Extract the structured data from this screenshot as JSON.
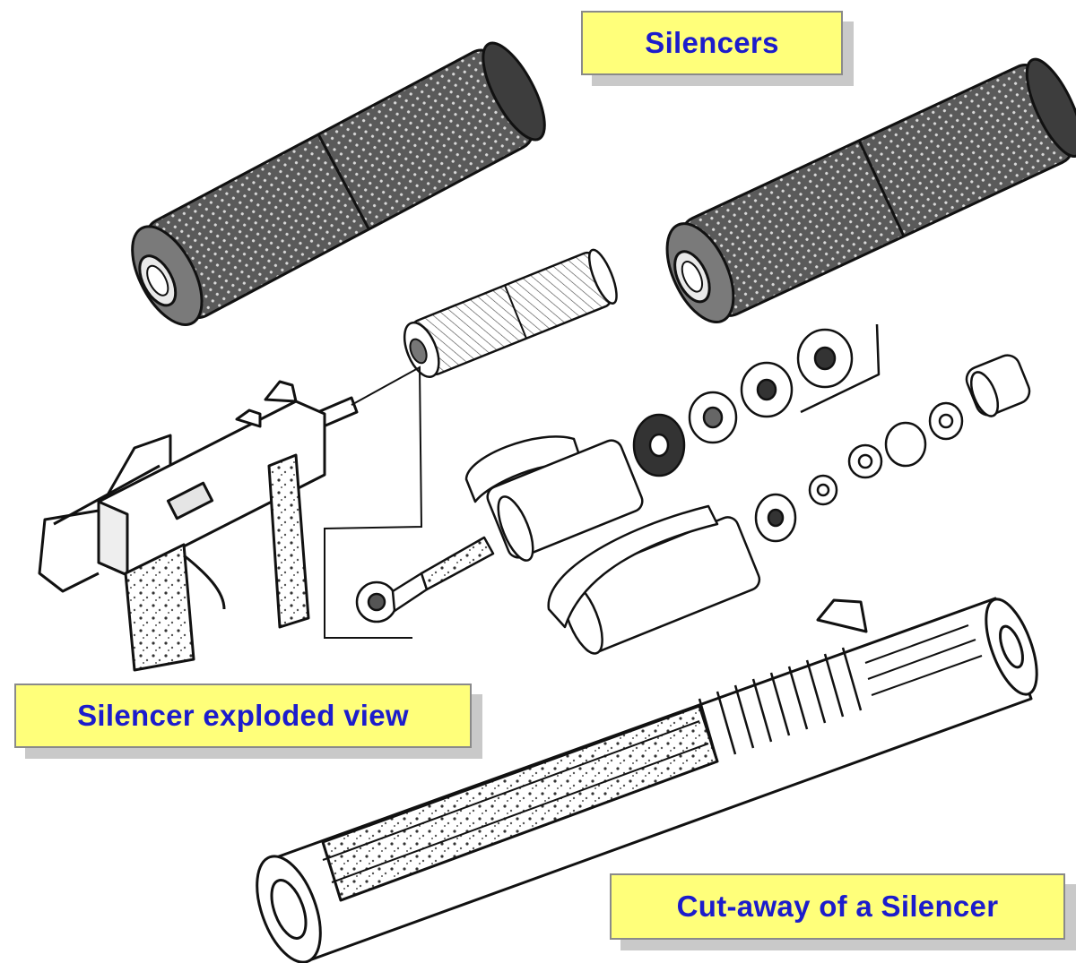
{
  "labels": {
    "silencers": "Silencers",
    "exploded": "Silencer exploded view",
    "cutaway": "Cut-away of a Silencer"
  },
  "colors": {
    "label_background": "#ffff7a",
    "label_text": "#1c1ccc",
    "label_shadow": "#c9c9c9",
    "line_art": "#111111",
    "tube_fill": "#555555"
  },
  "figures": [
    {
      "name": "silencer-left",
      "kind": "knurled-silencer"
    },
    {
      "name": "silencer-right",
      "kind": "knurled-silencer"
    },
    {
      "name": "submachine-gun",
      "kind": "firearm-line-drawing"
    },
    {
      "name": "exploded-components",
      "kind": "silencer-parts"
    },
    {
      "name": "cutaway-silencer",
      "kind": "sectioned-silencer"
    }
  ]
}
